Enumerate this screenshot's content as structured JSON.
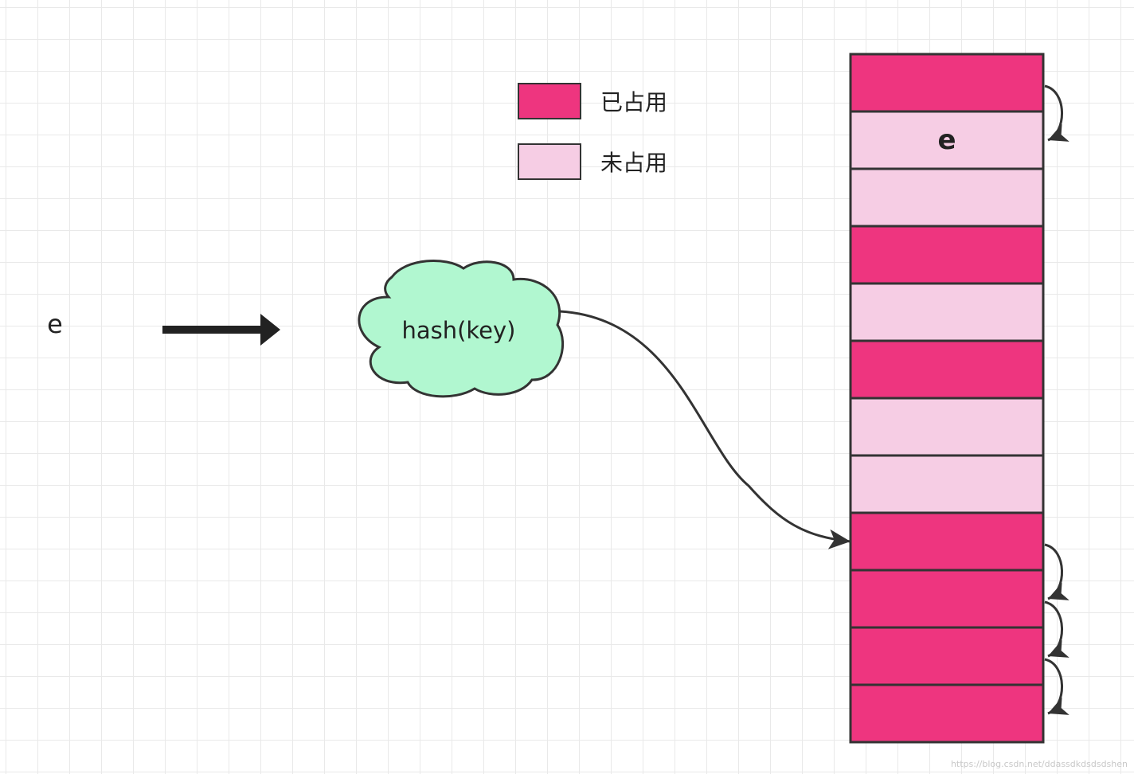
{
  "input_label": "e",
  "hash_label": "hash(key)",
  "colors": {
    "occupied": "#ee357f",
    "free": "#f6cde4",
    "cloud": "#b1f7d0",
    "stroke": "#333333"
  },
  "legend": [
    {
      "label": "已占用",
      "state": "occupied"
    },
    {
      "label": "未占用",
      "state": "free"
    }
  ],
  "table": {
    "slots": [
      {
        "state": "occupied",
        "label": ""
      },
      {
        "state": "free",
        "label": "e"
      },
      {
        "state": "free",
        "label": ""
      },
      {
        "state": "occupied",
        "label": ""
      },
      {
        "state": "free",
        "label": ""
      },
      {
        "state": "occupied",
        "label": ""
      },
      {
        "state": "free",
        "label": ""
      },
      {
        "state": "free",
        "label": ""
      },
      {
        "state": "occupied",
        "label": ""
      },
      {
        "state": "occupied",
        "label": ""
      },
      {
        "state": "occupied",
        "label": ""
      },
      {
        "state": "occupied",
        "label": ""
      }
    ],
    "hash_target_slot": 8,
    "probe_hops": [
      [
        0,
        1
      ],
      [
        8,
        9
      ],
      [
        9,
        10
      ],
      [
        10,
        11
      ]
    ]
  },
  "watermark": "https://blog.csdn.net/ddassdkdsdsdshen"
}
